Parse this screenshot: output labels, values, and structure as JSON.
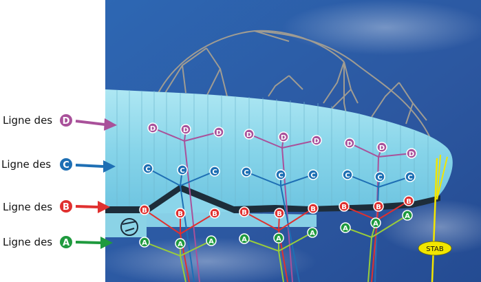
{
  "legend": {
    "D": {
      "text": "Ligne des",
      "letter": "D",
      "color": "#a9519a"
    },
    "C": {
      "text": "Ligne des",
      "letter": "C",
      "color": "#1e6fb4"
    },
    "B": {
      "text": "Ligne des",
      "letter": "B",
      "color": "#e0302f"
    },
    "A": {
      "text": "Ligne des",
      "letter": "A",
      "color": "#1f9a3e"
    }
  },
  "stab_label": "STAB",
  "colors": {
    "sky": "#2f5fa8",
    "canopy": "#8fd8ea",
    "gallery": "#9c9c94",
    "stab": "#f2e600",
    "a_lines": "#9acd3a"
  },
  "icons": [
    "paraglider-logo-icon"
  ]
}
